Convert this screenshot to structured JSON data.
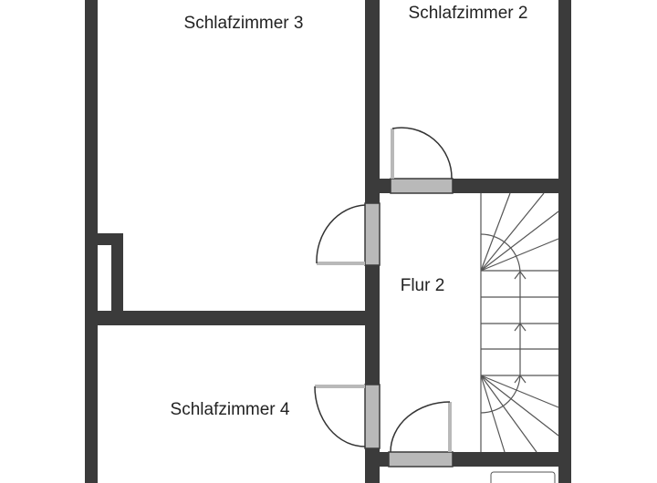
{
  "floorplan": {
    "rooms": {
      "bedroom3": "Schlafzimmer 3",
      "bedroom2": "Schlafzimmer 2",
      "hallway": "Flur 2",
      "bedroom4": "Schlafzimmer 4"
    },
    "colors": {
      "wall": "#3b3b3b",
      "door_panel": "#b9b9b9",
      "stair_line": "#555555",
      "background": "#ffffff"
    }
  }
}
